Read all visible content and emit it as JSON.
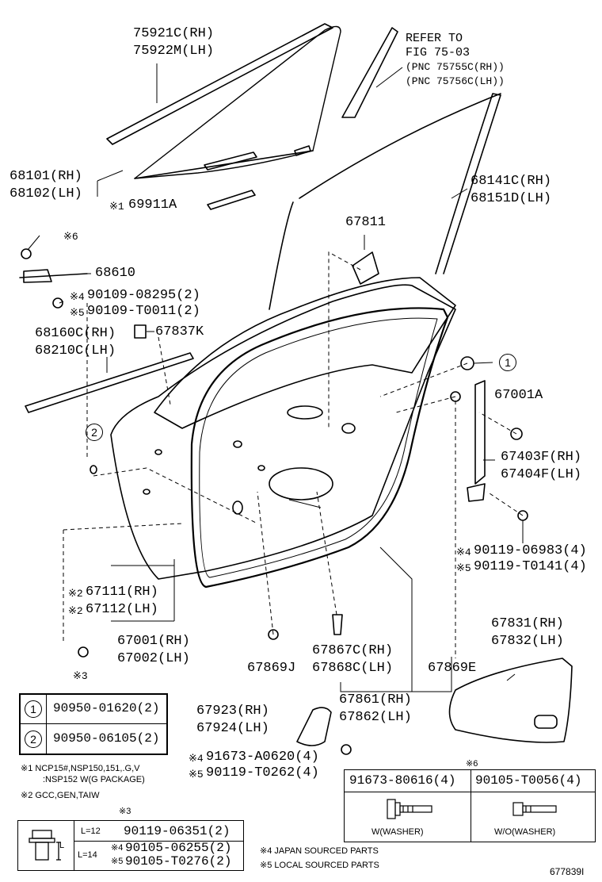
{
  "part_labels": {
    "p75921c": "75921C(RH)",
    "p75922m": "75922M(LH)",
    "refer_to": "REFER TO",
    "fig_ref": "FIG 75-03",
    "pnc_rh": "(PNC 75755C(RH))",
    "pnc_lh": "(PNC 75756C(LH))",
    "p68101": "68101(RH)",
    "p68102": "68102(LH)",
    "p69911a_note": "※1",
    "p69911a": "69911A",
    "p68141c": "68141C(RH)",
    "p68151d": "68151D(LH)",
    "p67811": "67811",
    "note6_a": "※6",
    "p68610": "68610",
    "p90109_08295_note": "※4",
    "p90109_08295": "90109-08295(2)",
    "p90109_t0011_note": "※5",
    "p90109_t0011": "90109-T0011(2)",
    "p68160c": "68160C(RH)",
    "p68210c": "68210C(LH)",
    "p67837k": "67837K",
    "p67001a": "67001A",
    "p67403f": "67403F(RH)",
    "p67404f": "67404F(LH)",
    "p90119_06983_note": "※4",
    "p90119_06983": "90119-06983(4)",
    "p90119_t0141_note": "※5",
    "p90119_t0141": "90119-T0141(4)",
    "p67111_note": "※2",
    "p67111": "67111(RH)",
    "p67112_note": "※2",
    "p67112": "67112(LH)",
    "p67001": "67001(RH)",
    "p67002": "67002(LH)",
    "note3_a": "※3",
    "p67831": "67831(RH)",
    "p67832": "67832(LH)",
    "p67869j": "67869J",
    "p67867c": "67867C(RH)",
    "p67868c": "67868C(LH)",
    "p67869e": "67869E",
    "p67861": "67861(RH)",
    "p67862": "67862(LH)",
    "p67923": "67923(RH)",
    "p67924": "67924(LH)",
    "p91673_a0620_note": "※4",
    "p91673_a0620": "91673-A0620(4)",
    "p90119_t0262_note": "※5",
    "p90119_t0262": "90119-T0262(4)",
    "callout_1": "1",
    "callout_2": "2"
  },
  "circled_table": {
    "rows": [
      {
        "num": "1",
        "part": "90950-01620(2)"
      },
      {
        "num": "2",
        "part": "90950-06105(2)"
      }
    ]
  },
  "notes": {
    "n1_line1": "※1 NCP15#,NSP150,151,.G,V",
    "n1_line2": ":NSP152 W(G PACKAGE)",
    "n2": "※2 GCC,GEN,TAIW",
    "n3_title": "※3",
    "n4": "※4 JAPAN SOURCED PARTS",
    "n5": "※5 LOCAL SOURCED PARTS"
  },
  "bolt_table": {
    "l_symbol": "L",
    "row1_len": "L=12",
    "row1_part": "90119-06351(2)",
    "row2_len": "L=14",
    "row2_a_note": "※4",
    "row2_a_part": "90105-06255(2)",
    "row2_b_note": "※5",
    "row2_b_part": "90105-T0276(2)"
  },
  "note6_table": {
    "title": "※6",
    "col1_part": "91673-80616(4)",
    "col1_caption": "W(WASHER)",
    "col2_part": "90105-T0056(4)",
    "col2_caption": "W/O(WASHER)"
  },
  "figure_id": "677839I"
}
